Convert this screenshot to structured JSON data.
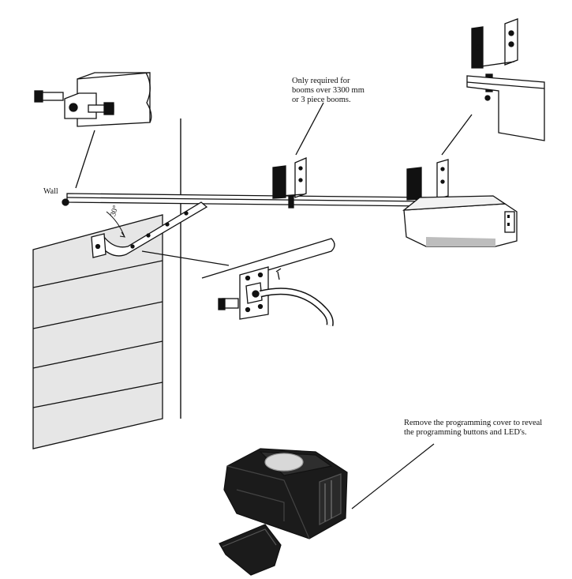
{
  "labels": {
    "wall": "Wall",
    "angle": "30°",
    "boom_note": {
      "line1": "Only required for",
      "line2": "booms over 3300 mm",
      "line3": "or 3 piece booms."
    },
    "cover_note": {
      "line1": "Remove the programming cover to reveal",
      "line2": "the programming buttons and LED's."
    }
  },
  "colors": {
    "ink": "#111111",
    "door_fill": "#e6e6e6",
    "opener_body": "#1b1b1b",
    "opener_dome": "#d8d8d8"
  }
}
